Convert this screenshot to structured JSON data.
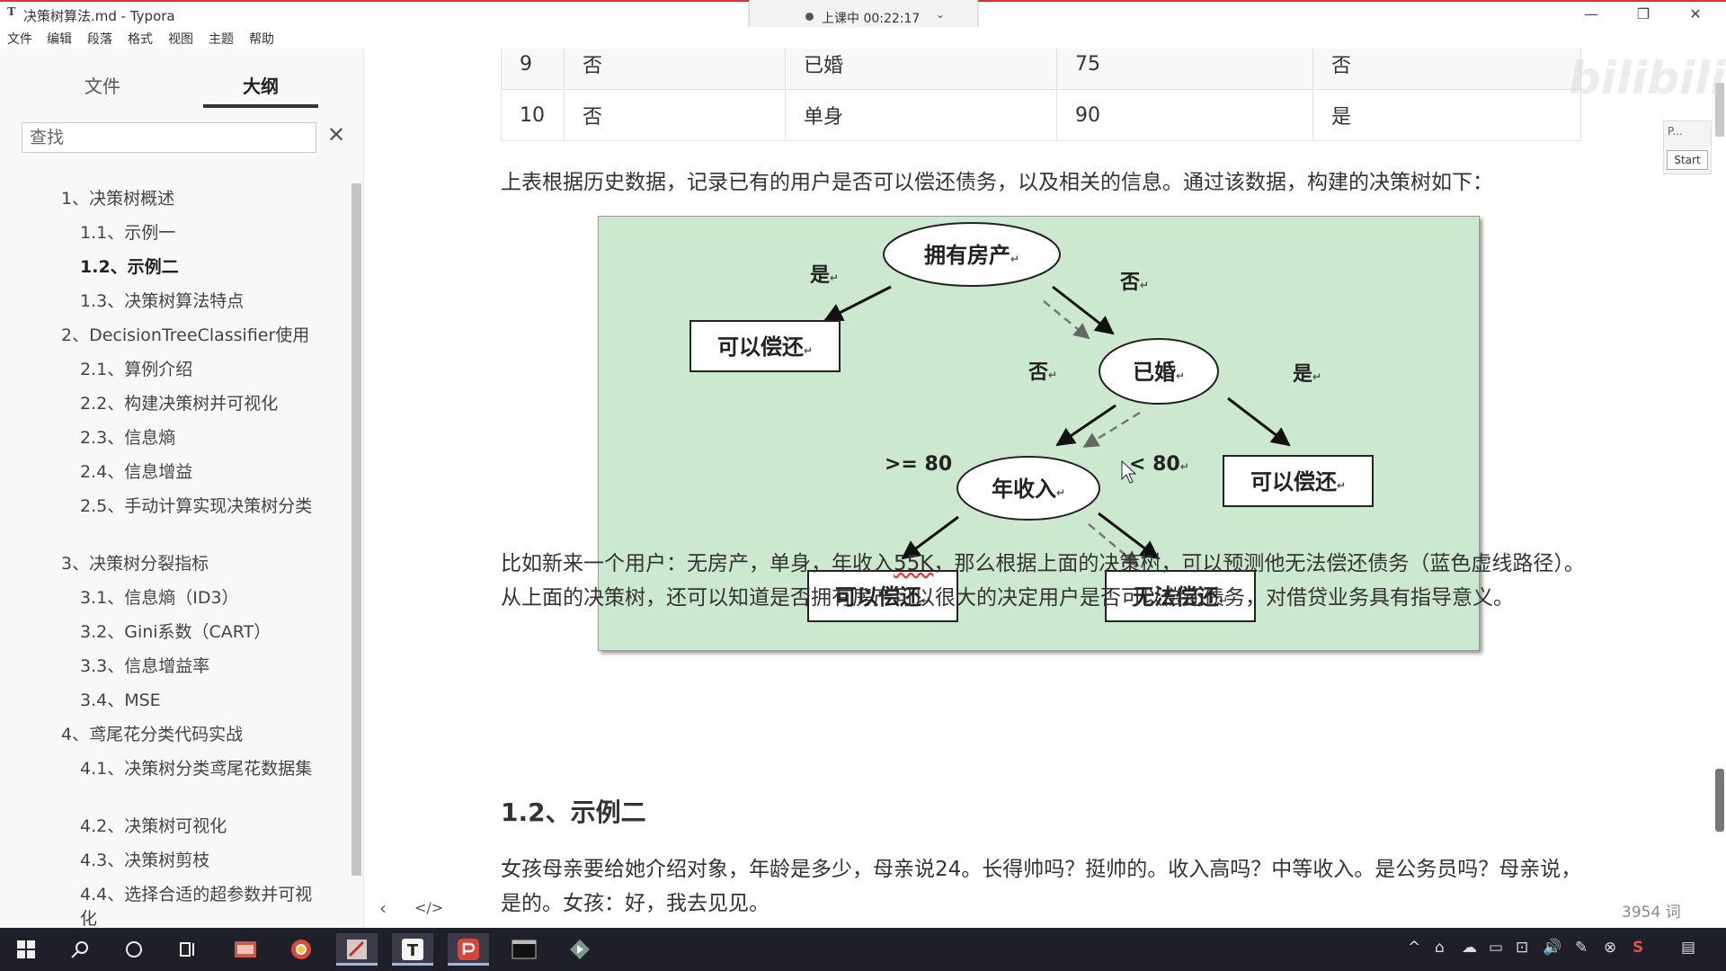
{
  "window": {
    "app_icon": "T",
    "title": "决策树算法.md - Typora",
    "minimize": "—",
    "maximize": "❐",
    "close": "✕"
  },
  "recording": {
    "text": "上课中 00:22:17",
    "chevron": "⌄"
  },
  "menu": [
    "文件",
    "编辑",
    "段落",
    "格式",
    "视图",
    "主题",
    "帮助"
  ],
  "sidebar": {
    "tabs": [
      "文件",
      "大纲"
    ],
    "active_tab": "大纲",
    "search_placeholder": "查找",
    "search_close": "✕",
    "outline": [
      {
        "label": "1、决策树概述",
        "level": 1
      },
      {
        "label": "1.1、示例一",
        "level": 2
      },
      {
        "label": "1.2、示例二",
        "level": 2,
        "active": true
      },
      {
        "label": "1.3、决策树算法特点",
        "level": 2
      },
      {
        "label": "2、DecisionTreeClassifier使用",
        "level": 1
      },
      {
        "label": "2.1、算例介绍",
        "level": 2
      },
      {
        "label": "2.2、构建决策树并可视化",
        "level": 2
      },
      {
        "label": "2.3、信息熵",
        "level": 2
      },
      {
        "label": "2.4、信息增益",
        "level": 2
      },
      {
        "label": "2.5、手动计算实现决策树分类",
        "level": 2
      },
      {
        "label": "3、决策树分裂指标",
        "level": 1
      },
      {
        "label": "3.1、信息熵（ID3）",
        "level": 2
      },
      {
        "label": "3.2、Gini系数（CART）",
        "level": 2
      },
      {
        "label": "3.3、信息增益率",
        "level": 2
      },
      {
        "label": "3.4、MSE",
        "level": 2
      },
      {
        "label": "4、鸢尾花分类代码实战",
        "level": 1
      },
      {
        "label": "4.1、决策树分类鸢尾花数据集",
        "level": 2
      },
      {
        "label": "4.2、决策树可视化",
        "level": 2
      },
      {
        "label": "4.3、决策树剪枝",
        "level": 2
      },
      {
        "label": "4.4、选择合适的超参数并可视化",
        "level": 2
      }
    ],
    "nav_back": "‹",
    "source_mode": "</>"
  },
  "table": {
    "rows": [
      [
        "9",
        "否",
        "已婚",
        "75",
        "否"
      ],
      [
        "10",
        "否",
        "单身",
        "90",
        "是"
      ]
    ]
  },
  "paragraphs": {
    "intro": "上表根据历史数据，记录已有的用户是否可以偿还债务，以及相关的信息。通过该数据，构建的决策树如下：",
    "example_a": "比如新来一个用户：无房产，单身，年收入",
    "example_spell": "55K",
    "example_b": "，那么根据上面的决策树，可以预测他无法偿还债务（蓝色虚线路径）。从上面的决策树，还可以知道是否拥有房产可以很大的决定用户是否可以偿还债务，对借贷业务具有指导意义。",
    "heading": "1.2、示例二",
    "story": "女孩母亲要给她介绍对象，年龄是多少，母亲说24。长得帅吗？挺帅的。收入高吗？中等收入。是公务员吗？母亲说，是的。女孩：好，我去见见。"
  },
  "diagram": {
    "nodes": {
      "root": "拥有房产",
      "married": "已婚",
      "income": "年收入",
      "can_pay_1": "可以偿还",
      "can_pay_2": "可以偿还",
      "can_pay_3": "可以偿还",
      "cannot_pay": "无法偿还"
    },
    "edges": {
      "yes_1": "是",
      "no_1": "否",
      "no_2": "否",
      "yes_2": "是",
      "ge80": ">= 80",
      "lt80": "< 80"
    },
    "return_mark": "↵"
  },
  "watermark": "bilibili",
  "side_widget": {
    "label": "P...",
    "button": "Start"
  },
  "status": {
    "word_count": "3954 词"
  },
  "taskbar": {
    "items": [
      "windows-icon",
      "search-icon",
      "cortana-icon",
      "task-view-icon",
      "file-manager-icon",
      "chrome-icon",
      "paint-icon",
      "typora-icon",
      "wps-icon",
      "terminal-icon",
      "media-icon"
    ],
    "tray": [
      "^",
      "⌂",
      "☁",
      "▭",
      "⊡",
      "🔊",
      "✎",
      "⊗",
      "S",
      "▤"
    ]
  },
  "colors": {
    "diagram_bg": "#cce8cf",
    "spell_error": "#e53935",
    "taskbar": "#1f1f2a"
  }
}
